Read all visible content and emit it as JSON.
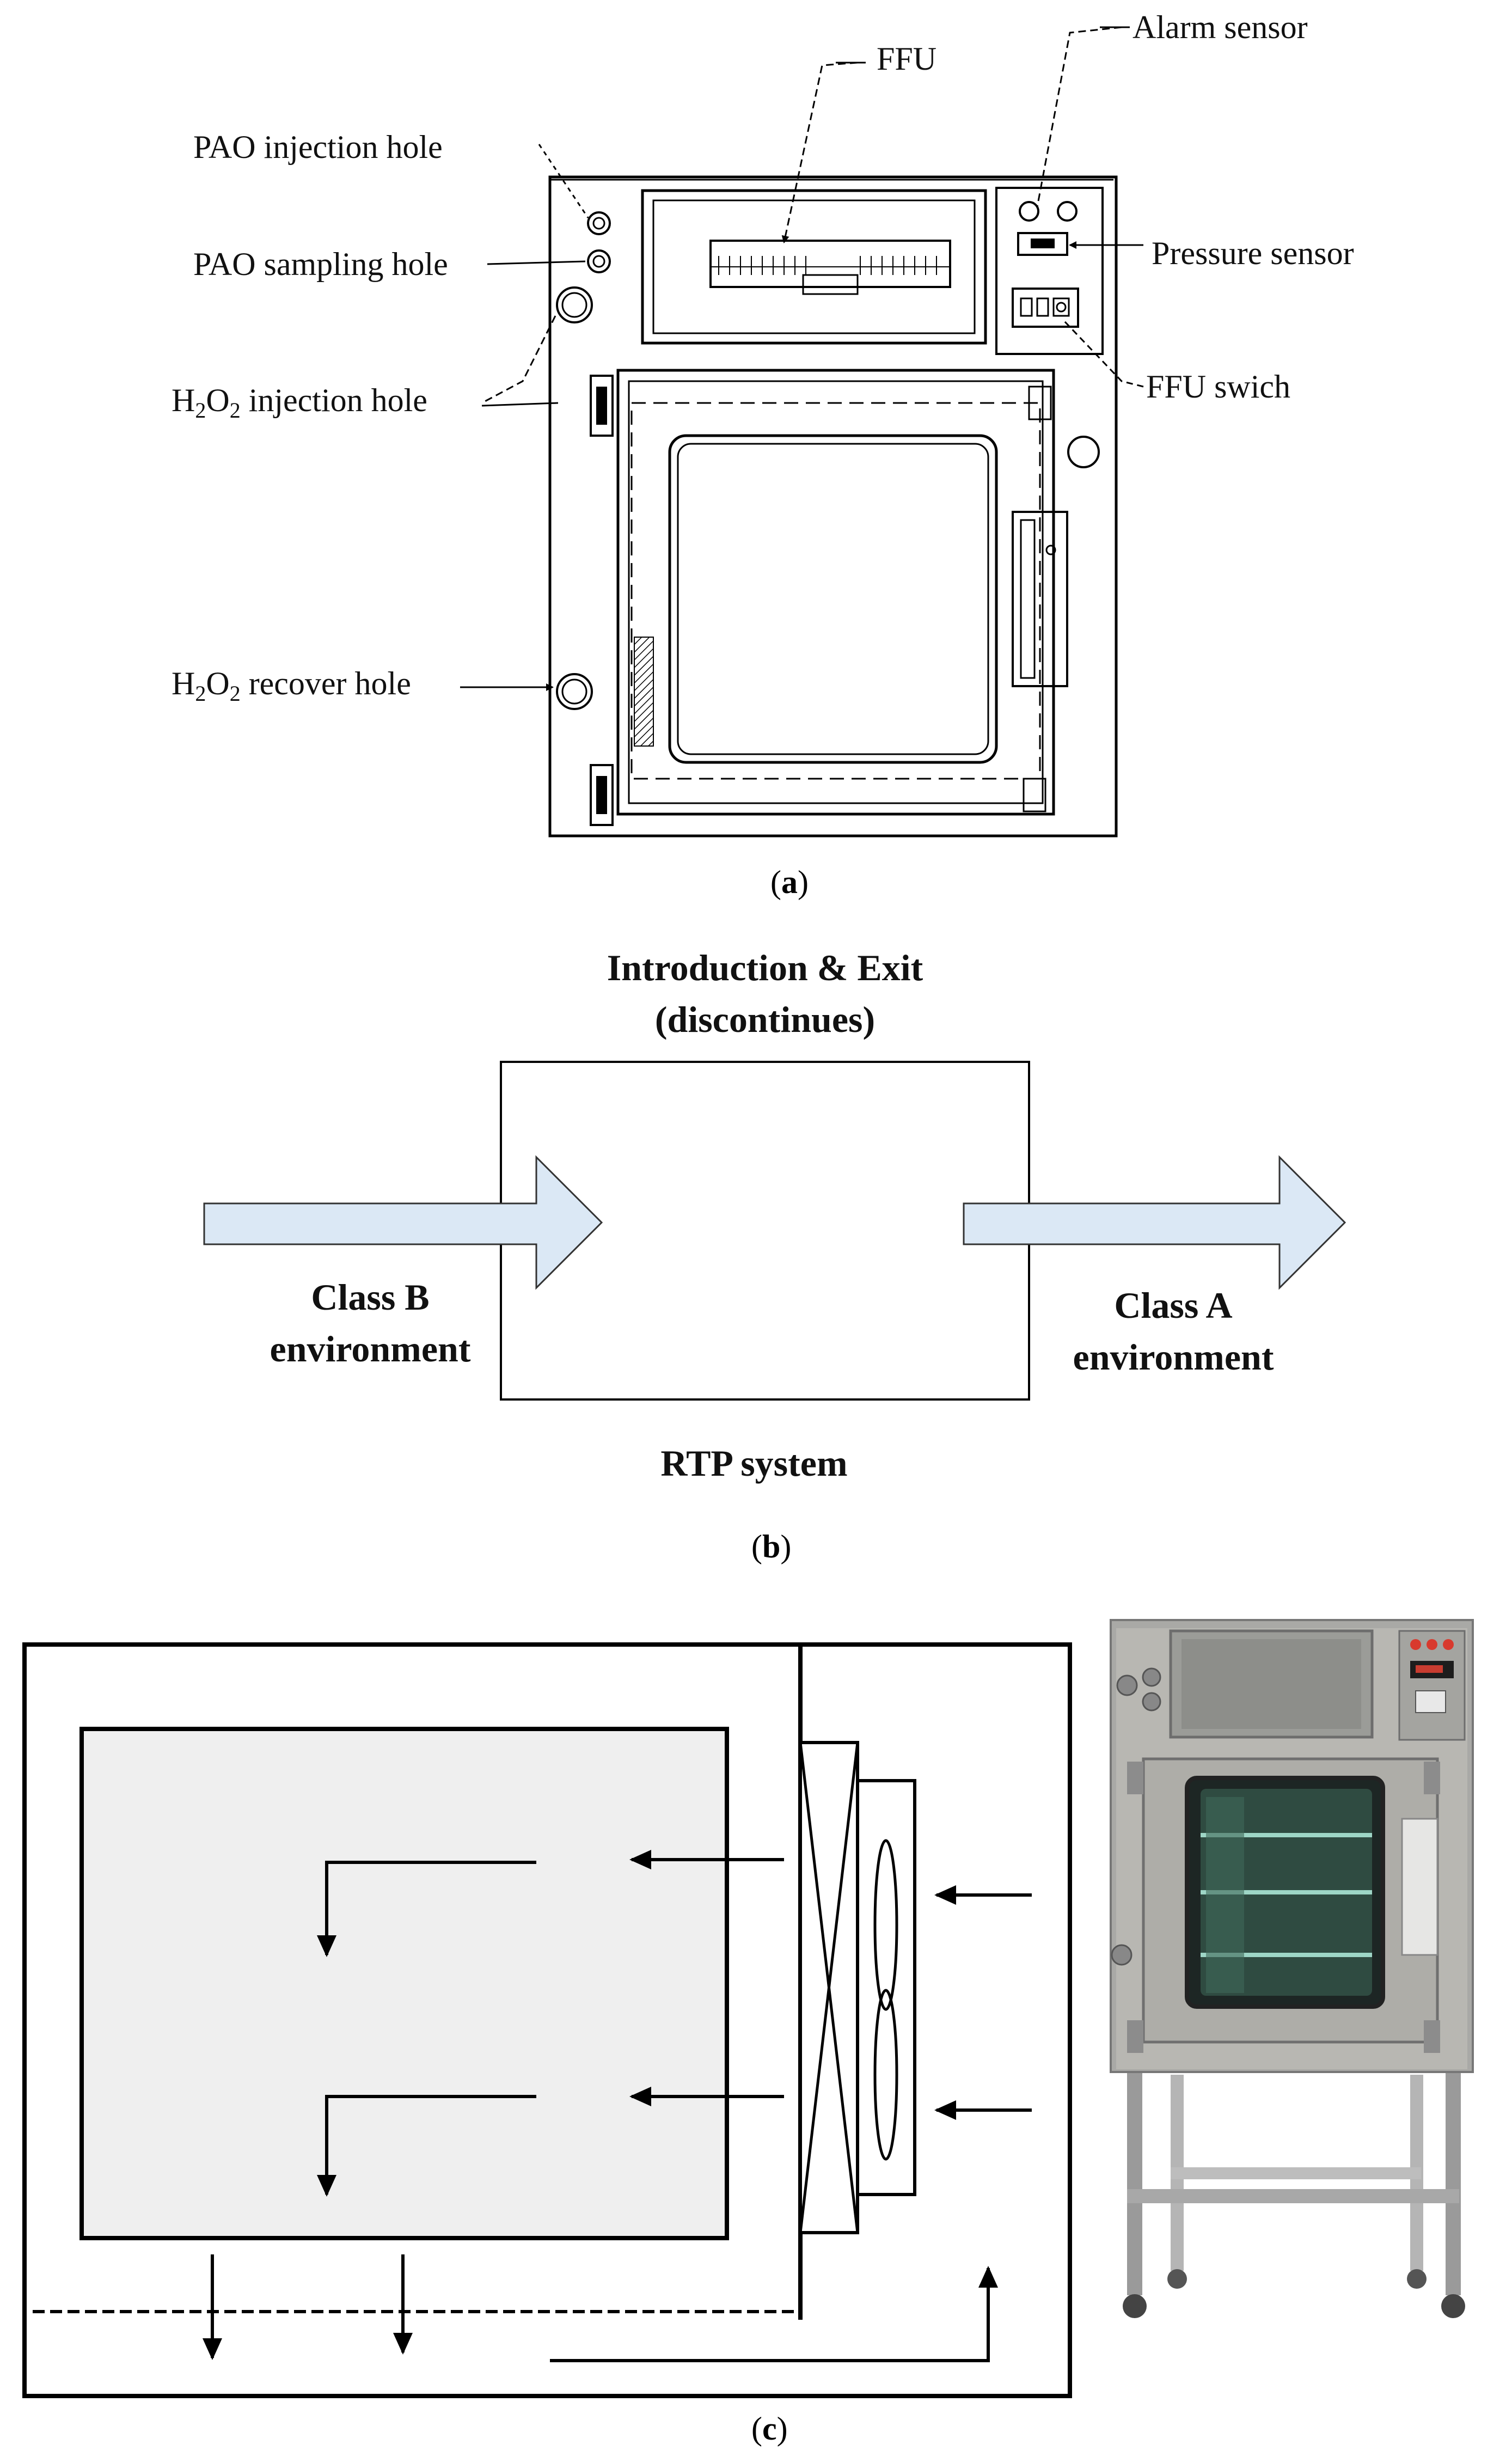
{
  "panel_a": {
    "caption_open": "(",
    "caption_letter": "a",
    "caption_close": ")",
    "labels": {
      "ffu": "FFU",
      "alarm_sensor": "Alarm sensor",
      "pao_injection": "PAO injection hole",
      "pao_sampling": "PAO sampling hole",
      "pressure_sensor": "Pressure sensor",
      "h2o2_injection_h": "H",
      "h2o2_injection_2a": "2",
      "h2o2_injection_o": "O",
      "h2o2_injection_2b": "2",
      "h2o2_injection_rest": " injection hole",
      "ffu_switch": "FFU swich",
      "h2o2_recover_h": "H",
      "h2o2_recover_2a": "2",
      "h2o2_recover_o": "O",
      "h2o2_recover_2b": "2",
      "h2o2_recover_rest": " recover hole"
    }
  },
  "panel_b": {
    "caption_open": "(",
    "caption_letter": "b",
    "caption_close": ")",
    "top_label_line1": "Introduction & Exit",
    "top_label_line2": "(discontinues)",
    "left_label_line1": "Class B",
    "left_label_line2": "environment",
    "right_label_line1": "Class A",
    "right_label_line2": "environment",
    "bottom_label": "RTP system",
    "arrow_color": "#dbe8f5"
  },
  "panel_c": {
    "caption_open": "(",
    "caption_letter": "c",
    "caption_close": ")",
    "chamber_fill": "#efefef"
  }
}
